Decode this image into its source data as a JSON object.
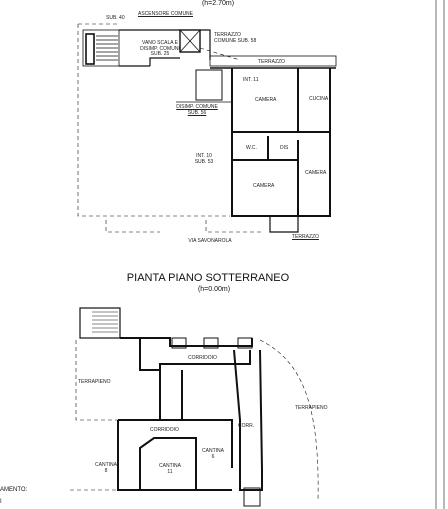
{
  "upper_floor": {
    "height_note": "(h=2.70m)",
    "labels": {
      "sub40": "SUB. 40",
      "ascensore": "ASCENSORE COMUNE",
      "vano_scala": "VANO SCALA E\nDISIMP. COMUNI\nSUB. 25",
      "terrazzo_comune": "TERRAZZO\nCOMUNE SUB. 58",
      "terrazzo_top": "TERRAZZO",
      "int11": "INT. 11",
      "camera_a": "CAMERA",
      "cucina": "CUCINA",
      "disimp_comune": "DISIMP. COMUNE\nSUB. 56",
      "wc": "W.C.",
      "dis": "DIS",
      "int10": "INT. 10\nSUB. 53",
      "camera_b": "CAMERA",
      "camera_c": "CAMERA",
      "terrazzo_bottom": "TERRAZZO",
      "via": "VIA SAVONAROLA"
    }
  },
  "basement": {
    "title": "PIANTA PIANO SOTTERRANEO",
    "height_note": "(h=0.00m)",
    "labels": {
      "corridoio_a": "CORRIDOIO",
      "terrapieno_left": "TERRAPIENO",
      "terrapieno_right": "TERRAPIENO",
      "corridoio_b": "CORRIDOIO",
      "corr": "CORR.",
      "cantina8": "CANTINA\n8",
      "cantina11": "CANTINA\n11",
      "cantina6": "CANTINA\n6"
    }
  },
  "margin_text": {
    "line1": "AMENTO:",
    "line2": "I"
  }
}
